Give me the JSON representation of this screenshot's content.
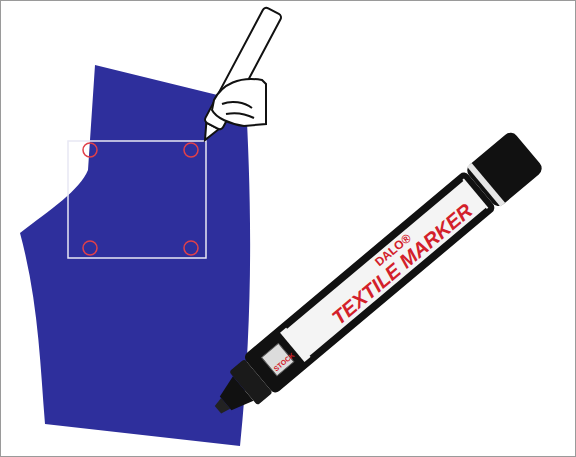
{
  "diagram": {
    "labels": [
      "DALO®",
      "TEXTILE MARKER",
      "STOCK"
    ]
  }
}
